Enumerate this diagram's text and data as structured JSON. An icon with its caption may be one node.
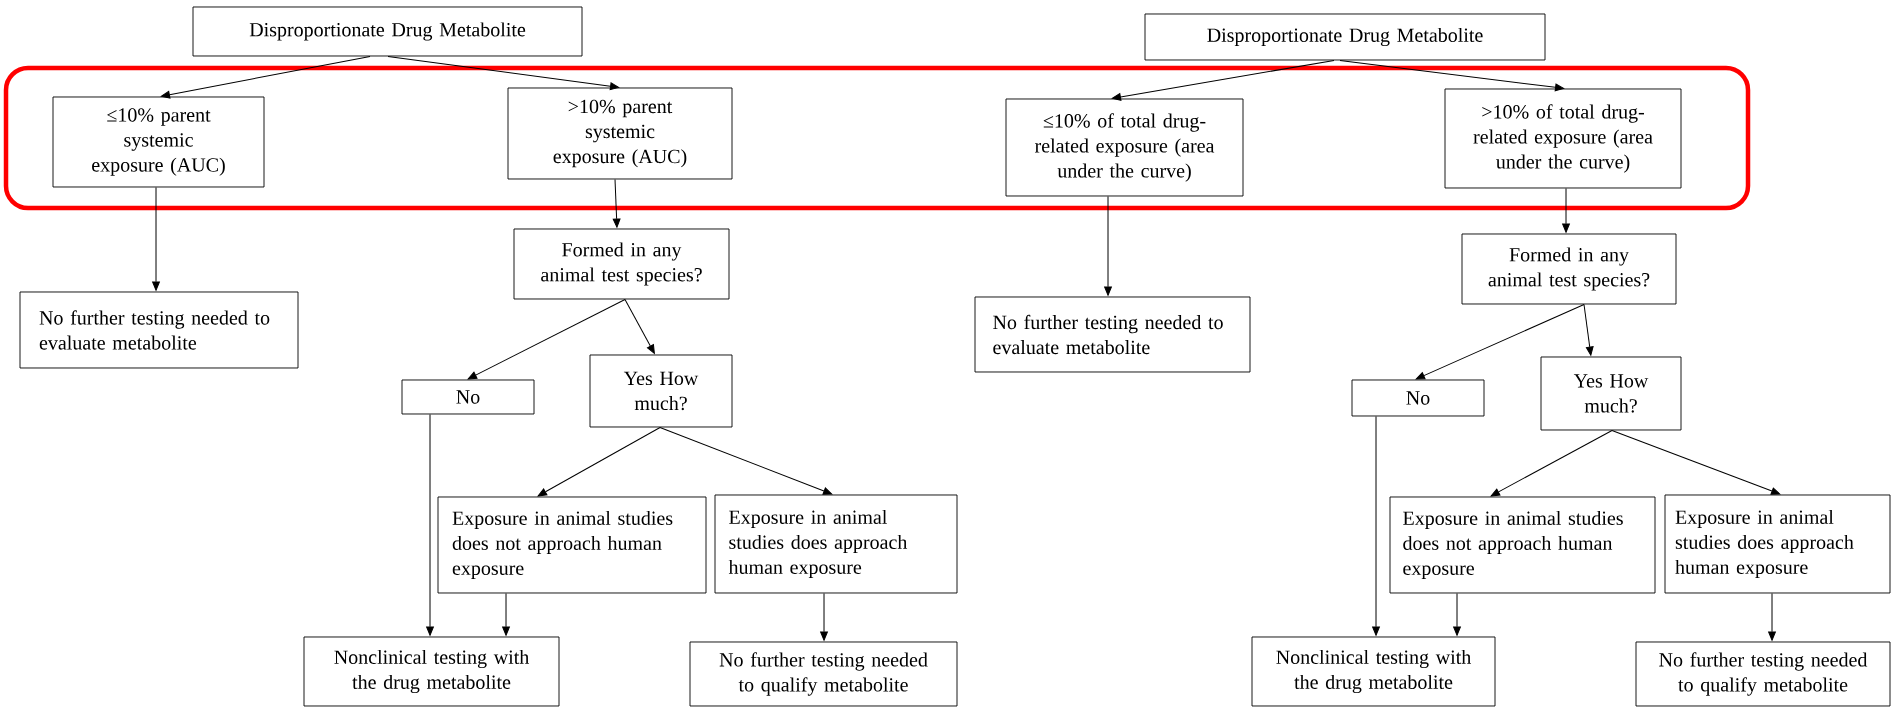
{
  "diagram": {
    "nodes": [
      {
        "text": [
          "Disproportionate Drug Metabolite"
        ]
      },
      {
        "text": [
          "≤10% parent systemic exposure (AUC)"
        ]
      },
      {
        "text": [
          ">10% parent systemic exposure (AUC)"
        ]
      },
      {
        "text": [
          "No further testing needed to evaluate metabolite"
        ]
      },
      {
        "text": [
          "Formed in any animal test species?"
        ]
      },
      {
        "text": [
          "No"
        ]
      },
      {
        "text": [
          "Yes How much?"
        ]
      },
      {
        "text": [
          "Exposure in animal studies does not approach human exposure"
        ]
      },
      {
        "text": [
          "Exposure in animal studies does approach human exposure"
        ]
      },
      {
        "text": [
          "Nonclinical testing with the drug metabolite"
        ]
      },
      {
        "text": [
          "No further testing needed to qualify metabolite"
        ]
      },
      {
        "text": [
          "Disproportionate Drug Metabolite"
        ]
      },
      {
        "text": [
          "≤10% of total drug-related exposure (area under the curve)"
        ]
      },
      {
        "text": [
          ">10% of total drug-related exposure (area under the curve)"
        ]
      },
      {
        "text": [
          "No further testing needed to evaluate metabolite"
        ]
      },
      {
        "text": [
          "Formed in any animal test species?"
        ]
      },
      {
        "text": [
          "No"
        ]
      },
      {
        "text": [
          "Yes How much?"
        ]
      },
      {
        "text": [
          "Exposure in animal studies does not approach human exposure"
        ]
      },
      {
        "text": [
          "Exposure in animal studies does approach human exposure"
        ]
      },
      {
        "text": [
          "Nonclinical testing with the drug metabolite"
        ]
      },
      {
        "text": [
          "No further testing needed to qualify metabolite"
        ]
      }
    ],
    "edges": [
      {
        "from": 0,
        "to": 1,
        "arrow": "to"
      },
      {
        "from": 0,
        "to": 2,
        "arrow": "to"
      },
      {
        "from": 1,
        "to": 3,
        "arrow": "to"
      },
      {
        "from": 2,
        "to": 4,
        "arrow": "to"
      },
      {
        "from": 4,
        "to": 5,
        "arrow": "to"
      },
      {
        "from": 4,
        "to": 6,
        "arrow": "to"
      },
      {
        "from": 5,
        "to": 9,
        "arrow": "to"
      },
      {
        "from": 6,
        "to": 7,
        "arrow": "to"
      },
      {
        "from": 6,
        "to": 8,
        "arrow": "to"
      },
      {
        "from": 7,
        "to": 9,
        "arrow": "to"
      },
      {
        "from": 8,
        "to": 10,
        "arrow": "to"
      },
      {
        "from": 11,
        "to": 12,
        "arrow": "to"
      },
      {
        "from": 11,
        "to": 13,
        "arrow": "to"
      },
      {
        "from": 12,
        "to": 14,
        "arrow": "to"
      },
      {
        "from": 13,
        "to": 15,
        "arrow": "to"
      },
      {
        "from": 15,
        "to": 16,
        "arrow": "to"
      },
      {
        "from": 15,
        "to": 17,
        "arrow": "to"
      },
      {
        "from": 16,
        "to": 20,
        "arrow": "to"
      },
      {
        "from": 17,
        "to": 18,
        "arrow": "to"
      },
      {
        "from": 17,
        "to": 19,
        "arrow": "to"
      },
      {
        "from": 18,
        "to": 20,
        "arrow": "to"
      },
      {
        "from": 19,
        "to": 21,
        "arrow": "to"
      }
    ]
  }
}
